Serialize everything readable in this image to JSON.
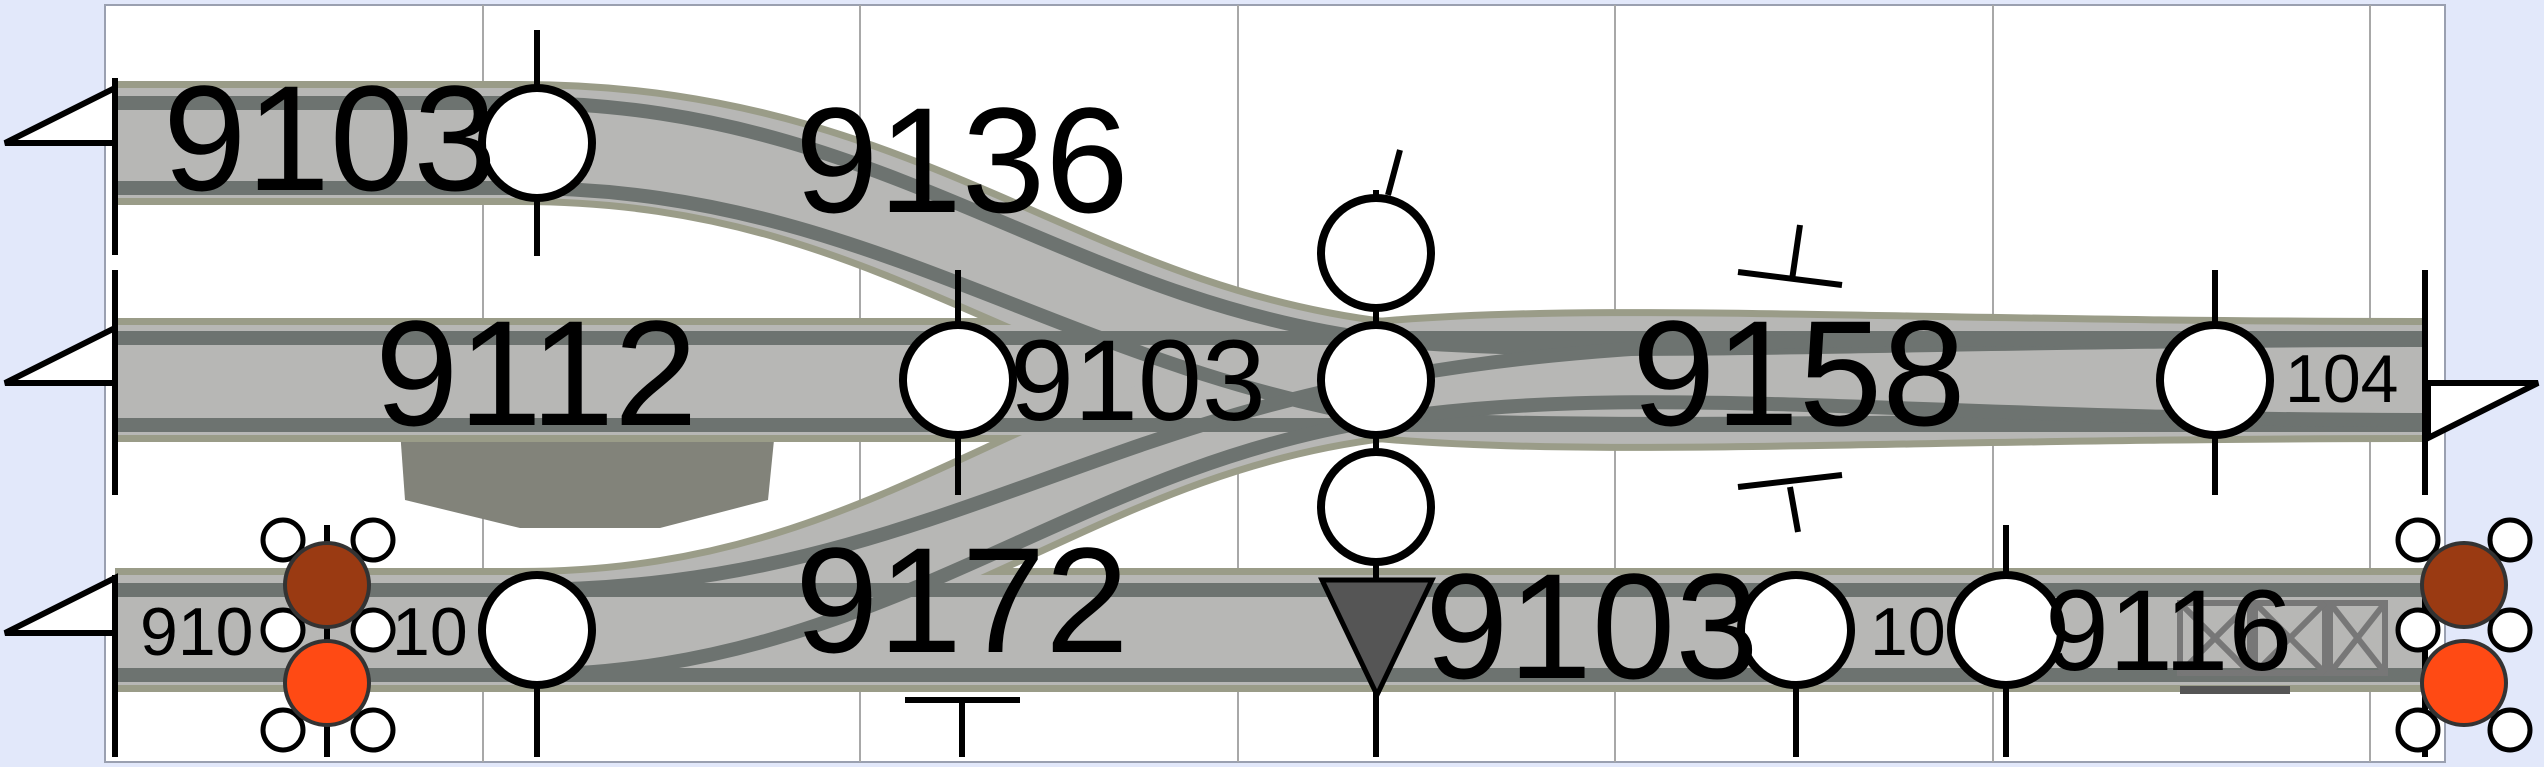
{
  "canvas_title": "",
  "tracks": [
    {
      "id": "upper",
      "label": "9103",
      "section": "9136"
    },
    {
      "id": "middle",
      "label": "9112",
      "section": "9103"
    },
    {
      "id": "lower",
      "label": "9172"
    }
  ],
  "labels": {
    "upper_left": "9103",
    "upper_mid": "9136",
    "middle_left": "9112",
    "middle_mid": "9103",
    "switch_center": "9158",
    "middle_right": "104",
    "lower_left_a": "910",
    "lower_left_b": "10",
    "lower_mid": "9172",
    "lower_right_a": "9103",
    "lower_right_b": "10",
    "lower_right_c": "9116"
  },
  "colors": {
    "background": "#e2e8fa",
    "panel": "#ffffff",
    "track": "#b7b7b5",
    "rail": "#6d7370",
    "signal_dark": "#9a3a12",
    "signal_bright": "#ff4a14",
    "platform": "#82837a",
    "marker": "#555555"
  },
  "icons": {
    "buffer_left": "left-arrow-icon",
    "buffer_right": "right-arrow-icon",
    "signal": "signal-lamp-icon",
    "direction": "down-triangle-icon",
    "crossing": "crossed-box-icon"
  }
}
